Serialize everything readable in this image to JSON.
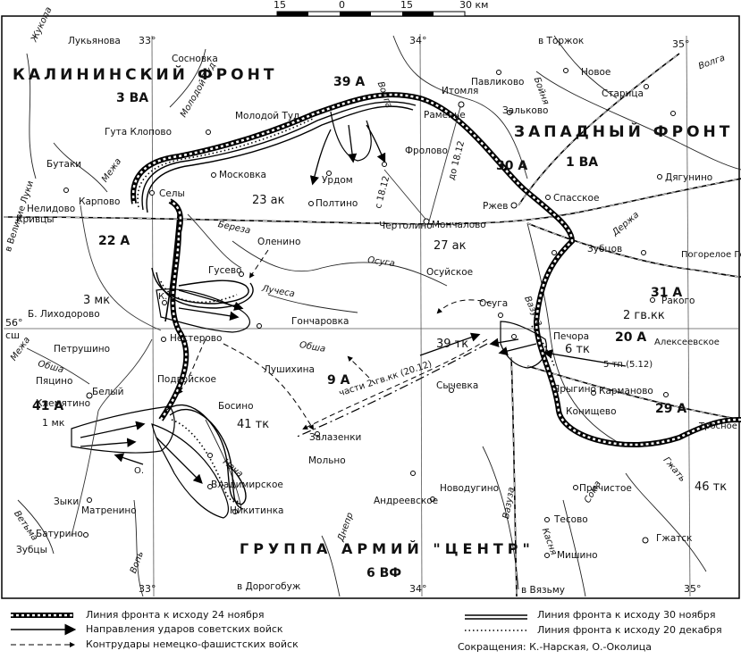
{
  "scale": {
    "left": "15",
    "zero": "0",
    "right": "15",
    "end": "30 км"
  },
  "grid": {
    "lon33": "33°",
    "lon34": "34°",
    "lon35": "35°",
    "lat56": "56°",
    "lat_sh": "сш"
  },
  "labels": {
    "kalinin_front": "КАЛИНИНСКИЙ ФРОНТ",
    "western_front": "ЗАПАДНЫЙ ФРОНТ",
    "army_group_centre": "ГРУППА АРМИЙ \"ЦЕНТР\"",
    "tank5": "5 тп (5.12)",
    "cavalry_parts": "части 2 гв.кк (20.12)",
    "date_left": "с 18.12",
    "date_right": "до 18.12",
    "o_k": "К.",
    "o_short": "О."
  },
  "armies": {
    "va3": "3 ВА",
    "a39": "39 А",
    "a30": "30 А",
    "va1": "1 ВА",
    "a22": "22 А",
    "a31": "31 А",
    "a20": "20 А",
    "a9": "9 А",
    "a29": "29 А",
    "a41": "41 А",
    "vf6": "6 ВФ",
    "ak23": "23 ак",
    "ak27": "27 ак",
    "mk3": "3 мк",
    "gvkk2": "2 гв.кк",
    "tk6": "6 тк",
    "tk39": "39 тк",
    "tk41": "41 тк",
    "tk46": "46 тк",
    "mk1": "1 мк"
  },
  "towns": {
    "lukyanova": "Лукьянова",
    "sosnovka": "Сосновка",
    "lyubovo": "",
    "molodoy_tud": "Молодой Туд",
    "guta_klopovo": "Гута Клопово",
    "butaki": "Бутаки",
    "karpovo": "Карпово",
    "nelidovo": "Нелидово",
    "sely": "Селы",
    "moskovka": "Московка",
    "urdom": "Урдом",
    "poltino": "Полтино",
    "frolovo": "Фролово",
    "chertolino": "Чертолино",
    "monchalovo": "Мончалово",
    "itomlya": "Итомля",
    "ramenye": "Раменье",
    "zalkovo": "Зальково",
    "pavlikovo": "Павликово",
    "novoe": "Новое",
    "torzhok": "в Торжок",
    "staritsa": "Старица",
    "dyagunino": "Дягунино",
    "spasskoe": "Спасское",
    "rzhev": "Ржев",
    "zubtsov": "Зубцов",
    "pogoreloe": "Погорелое Городище",
    "rakovo": "Ракого",
    "alekseevskoe": "Алексеевское",
    "olenino": "Оленино",
    "gusevo": "Гусево",
    "goncharovka": "Гончаровка",
    "lihodorovo": "Б. Лиходорово",
    "krivtsy": "Кривцы",
    "nesterovo": "Нестерово",
    "petrushino": "Петрушино",
    "podvoyskoe": "Подвойское",
    "lushikhina": "Лушихина",
    "pyatsino": "Пяцино",
    "belyi": "Белый",
    "klemyatino": "Клемятино",
    "bosino": "Босино",
    "zalazenki": "Залазенки",
    "molno": "Мольно",
    "sychevka": "Сычевка",
    "osuga": "Осуга",
    "osuyskoe": "Осуйское",
    "pechora": "Печора",
    "yarygino": "Ярыгино",
    "karmanovo": "Карманово",
    "konishchevo": "Конищево",
    "trosnevo": "Тросное",
    "vladimirskoe": "Владимирское",
    "nikitinka": "Никитинка",
    "novodugino": "Новодугино",
    "andreevskoe": "Андреевское",
    "prechistoe": "Пречистое",
    "tesovo": "Тесово",
    "gzhatsk": "Гжатск",
    "mishino": "Мишино",
    "matrenino": "Матренино",
    "zyki": "Зыки",
    "baturino": "Батурино",
    "zubtsy": "Зубцы",
    "to_dorogobuzh": "в Дорогобуж",
    "to_vyazma": "в Вязьму",
    "to_velikie_luki": "в Великие Луки"
  },
  "rivers": {
    "zhukopa": "Жукопа",
    "molodoy_tud": "Молодой Туд",
    "mezha": "Межа",
    "volga": "Волга",
    "bolshaya": "Бойня",
    "derzha": "Держа",
    "bereza": "Береза",
    "osuga": "Осуга",
    "luchesa": "Лучеса",
    "obsha": "Обша",
    "vazuza": "Вазуза",
    "nacha": "Нача",
    "dnepr": "Днепр",
    "vop": "Вопь",
    "berezhna": "Ветьма",
    "sama": "Сома",
    "kasnya": "Касня",
    "gzhat": "Гжать"
  },
  "legend": {
    "front_24_nov": "Линия фронта к исходу 24 ноября",
    "soviet_attacks": "Направления ударов советских войск",
    "german_counter": "Контрудары немецко-фашистских войск",
    "front_30_nov": "Линия фронта к исходу 30 ноября",
    "front_20_dec": "Линия фронта к исходу 20 декабря",
    "abbreviations": "Сокращения: К.-Нарская, О.-Околица"
  }
}
